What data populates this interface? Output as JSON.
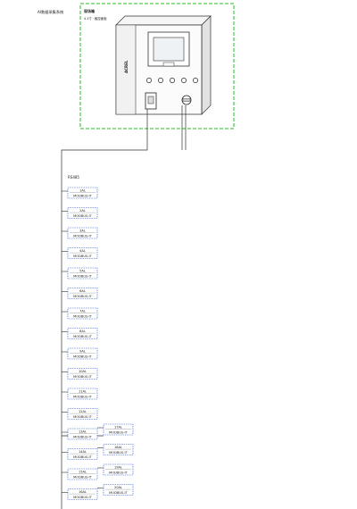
{
  "header": {
    "title": "AI数据采集系统"
  },
  "station": {
    "title": "现场箱",
    "subtitle": "4.3寸 · 触控面板",
    "device_brand": "ACREL"
  },
  "bus": {
    "label": "RS485"
  },
  "modules": {
    "left": [
      {
        "name": "1AL",
        "model": "MODBUS-IT"
      },
      {
        "name": "2AL",
        "model": "MODBUS-IT"
      },
      {
        "name": "3AL",
        "model": "MODBUS-IT"
      },
      {
        "name": "4AL",
        "model": "MODBUS-IT"
      },
      {
        "name": "5AL",
        "model": "MODBUS-IT"
      },
      {
        "name": "6AL",
        "model": "MODBUS-IT"
      },
      {
        "name": "7AL",
        "model": "MODBUS-IT"
      },
      {
        "name": "8AL",
        "model": "MODBUS-IT"
      },
      {
        "name": "9AL",
        "model": "MODBUS-IT"
      },
      {
        "name": "10AL",
        "model": "MODBUS-IT"
      },
      {
        "name": "11AL",
        "model": "MODBUS-IT"
      },
      {
        "name": "12AL",
        "model": "MODBUS-IT"
      },
      {
        "name": "13AL",
        "model": "MODBUS-IT"
      },
      {
        "name": "14AL",
        "model": "MODBUS-IT"
      },
      {
        "name": "15AL",
        "model": "MODBUS-IT"
      },
      {
        "name": "16AL",
        "model": "MODBUS-IT"
      }
    ],
    "right": [
      {
        "name": "17AL",
        "model": "MODBUS-IT"
      },
      {
        "name": "18AL",
        "model": "MODBUS-IT"
      },
      {
        "name": "19AL",
        "model": "MODBUS-IT"
      },
      {
        "name": "20AL",
        "model": "MODBUS-IT"
      }
    ]
  },
  "colors": {
    "frame": "#22bb22",
    "module_border": "#2255cc",
    "line": "#333333"
  }
}
